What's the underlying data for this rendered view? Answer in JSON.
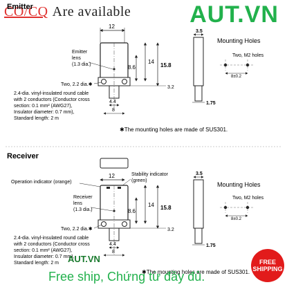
{
  "banner": {
    "co_cq": "CO/CQ",
    "available": "Are available",
    "logo": "AUT.VN"
  },
  "emitter": {
    "heading": "Emitter",
    "dims": {
      "width": "12",
      "height": "15.8",
      "d14": "14",
      "d86": "8.6",
      "d32": "3.2",
      "d44": "4.4",
      "d8": "8",
      "d35": "3.5",
      "d175": "1.75"
    },
    "lens_label_1": "Emitter",
    "lens_label_2": "lens",
    "lens_label_3": "(1.3 dia.)",
    "holes_label": "Two, 2.2 dia.✱",
    "cable_1": "2.4-dia. vinyl-insulated round cable",
    "cable_2": "with 2 conductors (Conductor cross",
    "cable_3": "section: 0.1 mm² (AWG27),",
    "cable_4": "Insulator diameter: 0.7 mm),",
    "cable_5": "Standard length: 2 m",
    "mounting_title": "Mounting Holes",
    "m2_label": "Two, M2 holes",
    "m2_dim": "8±0.2",
    "note": "✱The mounting holes are made of SUS301."
  },
  "receiver": {
    "heading": "Receiver",
    "op_indicator": "Operation indicator (orange)",
    "stab_indicator_1": "Stability indicator",
    "stab_indicator_2": "(green)",
    "dims": {
      "width": "12",
      "height": "15.8",
      "d14": "14",
      "d86": "8.6",
      "d32": "3.2",
      "d44": "4.4",
      "d8": "8",
      "d35": "3.5",
      "d175": "1.75"
    },
    "lens_label_1": "Receiver",
    "lens_label_2": "lens",
    "lens_label_3": "(1.3 dia.)",
    "holes_label": "Two, 2.2 dia.✱",
    "cable_1": "2.4-dia. vinyl-insulated round cable",
    "cable_2": "with 2 conductors (Conductor cross",
    "cable_3": "section: 0.1 mm² (AWG27),",
    "cable_4": "Insulator diameter: 0.7 mm),",
    "cable_5": "Standard length: 2 m",
    "mounting_title": "Mounting Holes",
    "m2_label": "Two, M2 holes",
    "m2_dim": "8±0.2",
    "note": "✱The mounting holes are made of SUS301."
  },
  "footer": {
    "text": "Free ship, Chứng từ đầy đủ.",
    "logo": "AUT.VN",
    "badge": "FREE SHIPPING"
  },
  "colors": {
    "brand_green": "#22b14c",
    "co_red": "#e0302e",
    "badge_red": "#e21b1b"
  }
}
